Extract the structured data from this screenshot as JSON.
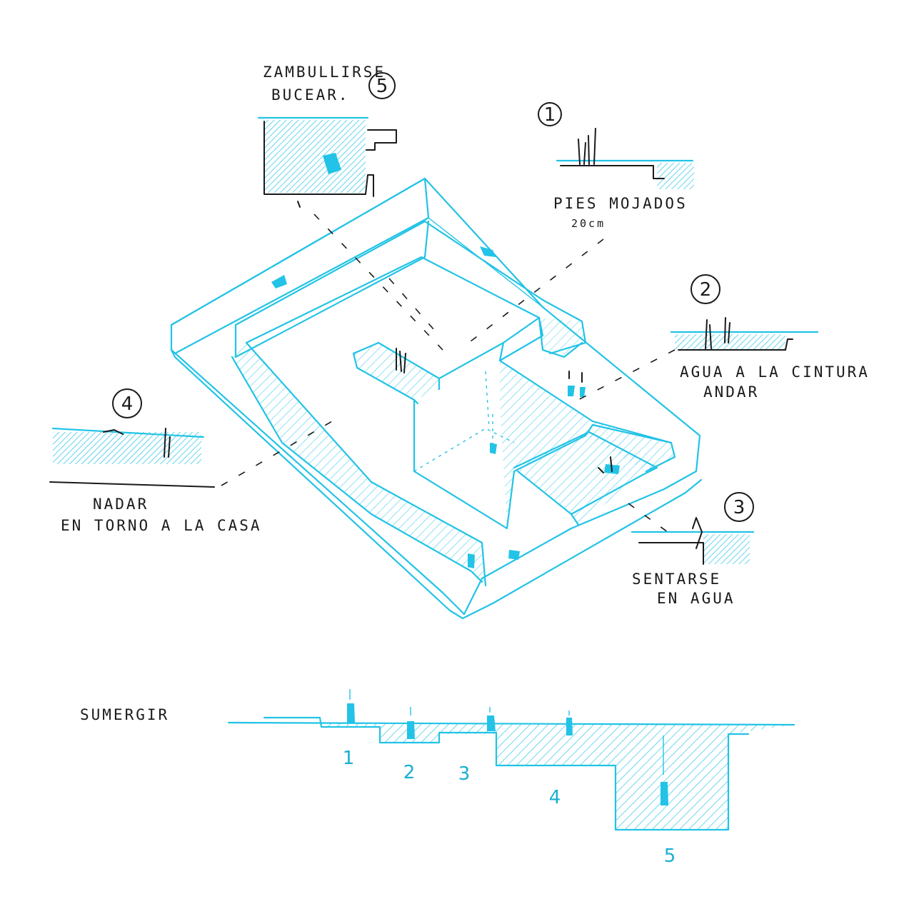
{
  "colors": {
    "cyan": "#22c3e6",
    "ink": "#1a1a1a",
    "paper": "#ffffff"
  },
  "annotations": {
    "dive": {
      "number": "5",
      "line1": "ZAMBULLIRSE",
      "line2": "BUCEAR."
    },
    "wet_feet": {
      "number": "1",
      "line1": "PIES MOJADOS",
      "line2": "20cm"
    },
    "waist": {
      "number": "2",
      "line1": "AGUA A LA CINTURA",
      "line2": "ANDAR"
    },
    "swim": {
      "number": "4",
      "line1": "NADAR",
      "line2": "EN TORNO A LA CASA"
    },
    "sit": {
      "number": "3",
      "line1": "SENTARSE",
      "line2": "EN AGUA"
    }
  },
  "section": {
    "title": "SUMERGIR",
    "labels": [
      "1",
      "2",
      "3",
      "4",
      "5"
    ]
  }
}
